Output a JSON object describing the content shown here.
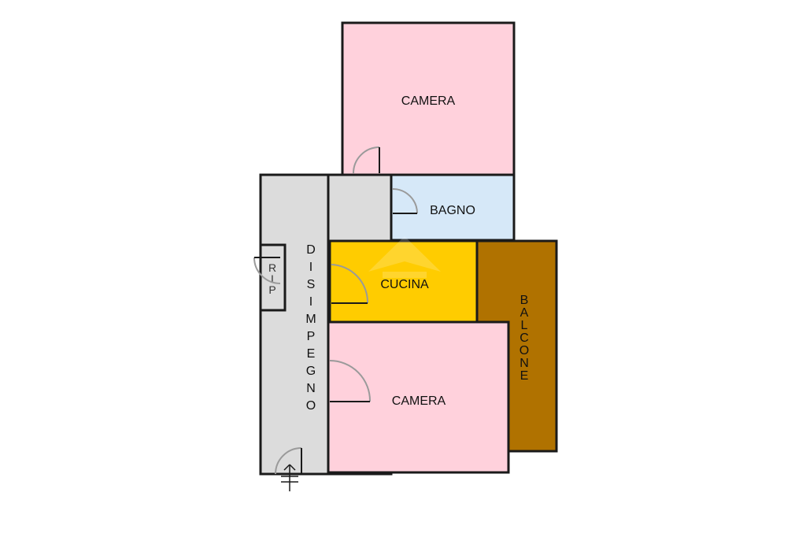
{
  "rooms": {
    "camera_top": {
      "label": "CAMERA",
      "color": "#ffd1dc"
    },
    "bagno": {
      "label": "BAGNO",
      "color": "#d6e8f8"
    },
    "disimpegno": {
      "label": "DISIMPEGNO",
      "color": "#dcdcdc"
    },
    "ripostiglio": {
      "label": "RIP",
      "color": "#dcdcdc"
    },
    "cucina": {
      "label": "CUCINA",
      "color": "#ffcc00"
    },
    "balcone": {
      "label": "BALCONE",
      "color": "#b07200"
    },
    "camera_bottom": {
      "label": "CAMERA",
      "color": "#ffd1dc"
    }
  },
  "icons": {
    "entrance": "entrance-arrow-icon",
    "watermark": "house-watermark-icon"
  }
}
